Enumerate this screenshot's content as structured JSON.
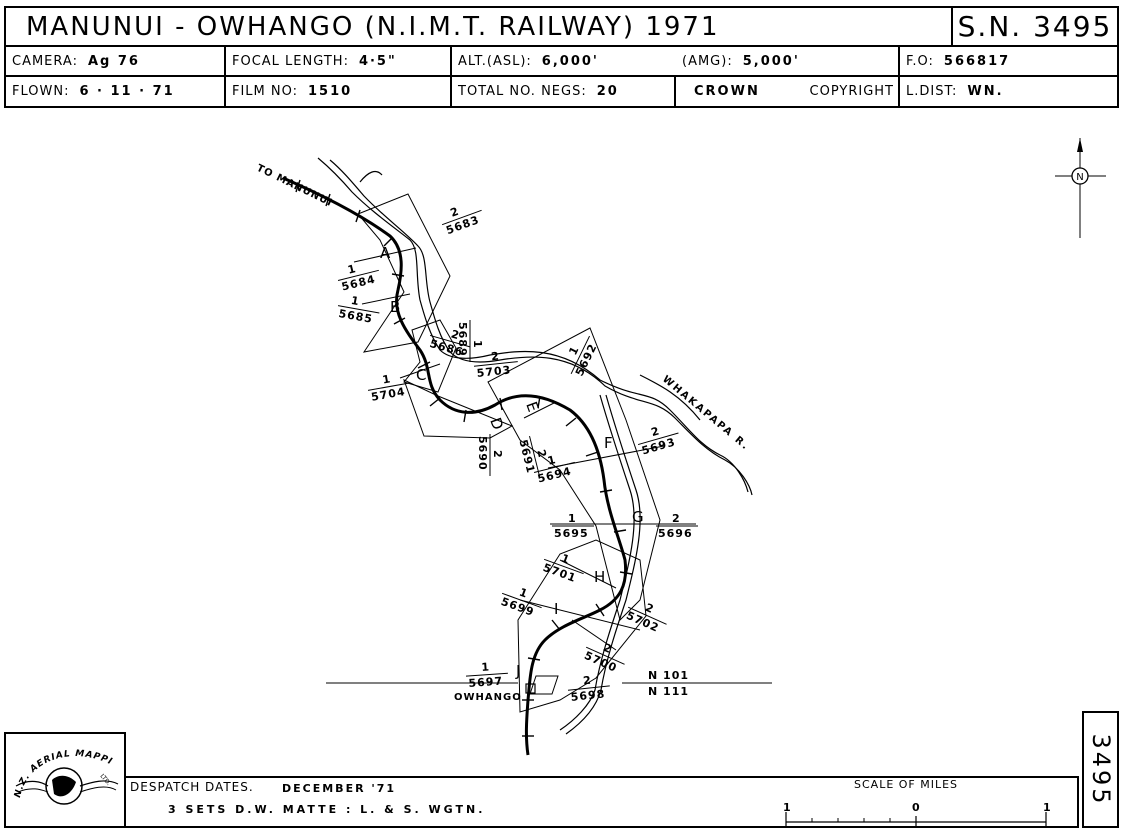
{
  "header": {
    "title": "MANUNUI - OWHANGO  (N.I.M.T. RAILWAY) 1971",
    "sortie": "S.N. 3495",
    "camera_label": "CAMERA:",
    "camera": "Ag 76",
    "focal_label": "FOCAL LENGTH:",
    "focal": "4·5\"",
    "alt_asl_label": "ALT.(ASL):",
    "alt_asl": "6,000'",
    "alt_amg_label": "(AMG):",
    "alt_amg": "5,000'",
    "fo_label": "F.O:",
    "fo": "566817",
    "flown_label": "FLOWN:",
    "flown": "6 · 11 · 71",
    "film_label": "FILM NO:",
    "film": "1510",
    "negs_label": "TOTAL NO. NEGS:",
    "negs": "20",
    "crown": "CROWN",
    "copyright": "COPYRIGHT",
    "ldist_label": "L.DIST:",
    "ldist": "WN."
  },
  "map": {
    "north": "N",
    "to_manunui": "TO MANUNUI",
    "river": "WHAKAPAPA R.",
    "station": "OWHANGO",
    "sheets": [
      "N 101",
      "N 111"
    ],
    "strips": [
      "A",
      "B",
      "C",
      "D",
      "E",
      "F",
      "G",
      "H",
      "I",
      "J"
    ],
    "frames": [
      {
        "run": "2",
        "neg": "5683"
      },
      {
        "run": "1",
        "neg": "5684"
      },
      {
        "run": "1",
        "neg": "5685"
      },
      {
        "run": "2",
        "neg": "5686"
      },
      {
        "run": "1",
        "neg": "5689"
      },
      {
        "run": "2",
        "neg": "5703"
      },
      {
        "run": "1",
        "neg": "5692"
      },
      {
        "run": "1",
        "neg": "5704"
      },
      {
        "run": "2",
        "neg": "5690"
      },
      {
        "run": "2",
        "neg": "5691"
      },
      {
        "run": "2",
        "neg": "5693"
      },
      {
        "run": "1",
        "neg": "5694"
      },
      {
        "run": "1",
        "neg": "5695"
      },
      {
        "run": "2",
        "neg": "5696"
      },
      {
        "run": "1",
        "neg": "5701"
      },
      {
        "run": "1",
        "neg": "5699"
      },
      {
        "run": "2",
        "neg": "5702"
      },
      {
        "run": "2",
        "neg": "5700"
      },
      {
        "run": "1",
        "neg": "5697"
      },
      {
        "run": "2",
        "neg": "5698"
      }
    ]
  },
  "footer": {
    "logo_text": "N.Z. AERIAL MAPPING",
    "logo_sub": "LTD.",
    "despatch_label": "DESPATCH DATES.",
    "despatch": "DECEMBER  '71",
    "sets": "3  SETS  D.W.  MATTE : L. & S.  WGTN.",
    "scale_label": "SCALE OF MILES",
    "scale_left": "1",
    "scale_mid": "0",
    "scale_right": "1",
    "side_number": "3495"
  }
}
